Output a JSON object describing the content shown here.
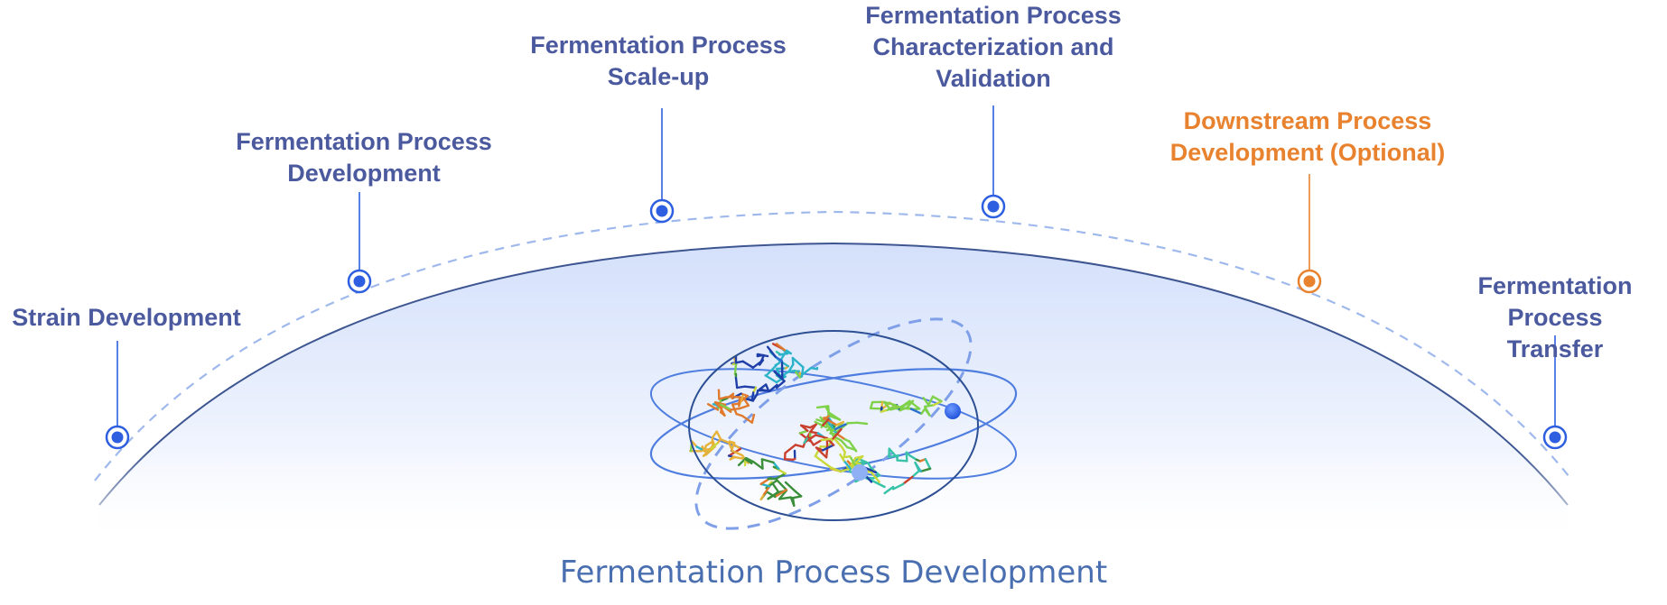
{
  "colors": {
    "stage": "#4b5a9e",
    "optional": "#e8822e",
    "marker": "#2e5fe0",
    "dome_line": "#3d5590",
    "dashed": "#9fb9ec",
    "caption": "#4a6fb0"
  },
  "stages": [
    {
      "id": "strain-development",
      "label": "Strain Development",
      "optional": false
    },
    {
      "id": "fermentation-process-development",
      "label": "Fermentation Process\nDevelopment",
      "optional": false
    },
    {
      "id": "fermentation-process-scale-up",
      "label": "Fermentation Process\nScale-up",
      "optional": false
    },
    {
      "id": "fermentation-process-characterization",
      "label": "Fermentation Process\nCharacterization and\nValidation",
      "optional": false
    },
    {
      "id": "downstream-process-development",
      "label": "Downstream Process\nDevelopment (Optional)",
      "optional": true
    },
    {
      "id": "fermentation-process-transfer",
      "label": "Fermentation\nProcess Transfer",
      "optional": false
    }
  ],
  "center": {
    "caption": "Fermentation Process Development",
    "icon": "molecule-atom-icon"
  }
}
